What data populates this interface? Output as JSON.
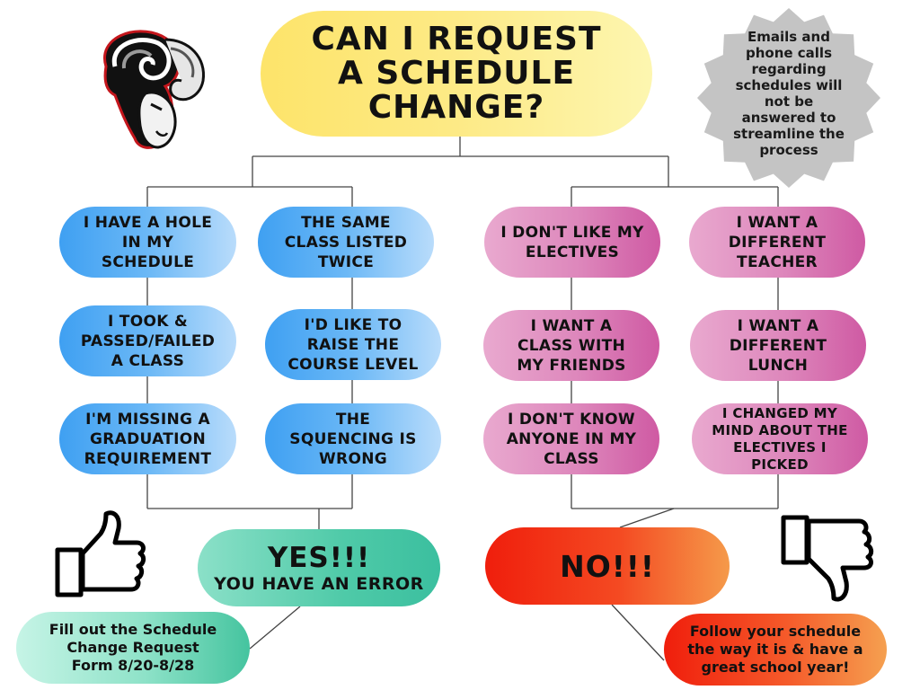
{
  "title": "CAN I REQUEST\nA SCHEDULE\nCHANGE?",
  "notice": "Emails and\nphone calls\nregarding\nschedules will\nnot be\nanswered to\nstreamline the\nprocess",
  "yes_items": {
    "col1": [
      "I HAVE A HOLE\nIN MY\nSCHEDULE",
      "I TOOK &\nPASSED/FAILED\nA CLASS",
      "I'M MISSING A\nGRADUATION\nREQUIREMENT"
    ],
    "col2": [
      "THE SAME\nCLASS LISTED\nTWICE",
      "I'D LIKE TO\nRAISE THE\nCOURSE LEVEL",
      "THE\nSQUENCING IS\nWRONG"
    ]
  },
  "no_items": {
    "col1": [
      "I DON'T LIKE MY\nELECTIVES",
      "I WANT A\nCLASS WITH\nMY FRIENDS",
      "I DON'T KNOW\nANYONE IN MY\nCLASS"
    ],
    "col2": [
      "I WANT A\nDIFFERENT\nTEACHER",
      "I WANT A\nDIFFERENT\nLUNCH",
      "I CHANGED MY\nMIND ABOUT THE\nELECTIVES I\nPICKED"
    ]
  },
  "yes": {
    "heading": "YES!!!",
    "subheading": "YOU HAVE AN ERROR"
  },
  "no": {
    "heading": "NO!!!"
  },
  "yes_action": "Fill out the Schedule\nChange Request\nForm 8/20-8/28",
  "no_action": "Follow your schedule\nthe way it is & have a\ngreat school year!",
  "icons": {
    "mascot": "ram-mascot-icon",
    "thumbs_up": "thumbs-up-icon",
    "thumbs_down": "thumbs-down-icon",
    "notice_badge": "scalloped-badge-icon"
  },
  "colors": {
    "title": "#fde46a",
    "yes_items": "#3fa0f2",
    "no_items": "#dd86bb",
    "yes": "#4fcaa8",
    "no": "#f01e0c",
    "notice": "#c4c4c4"
  }
}
